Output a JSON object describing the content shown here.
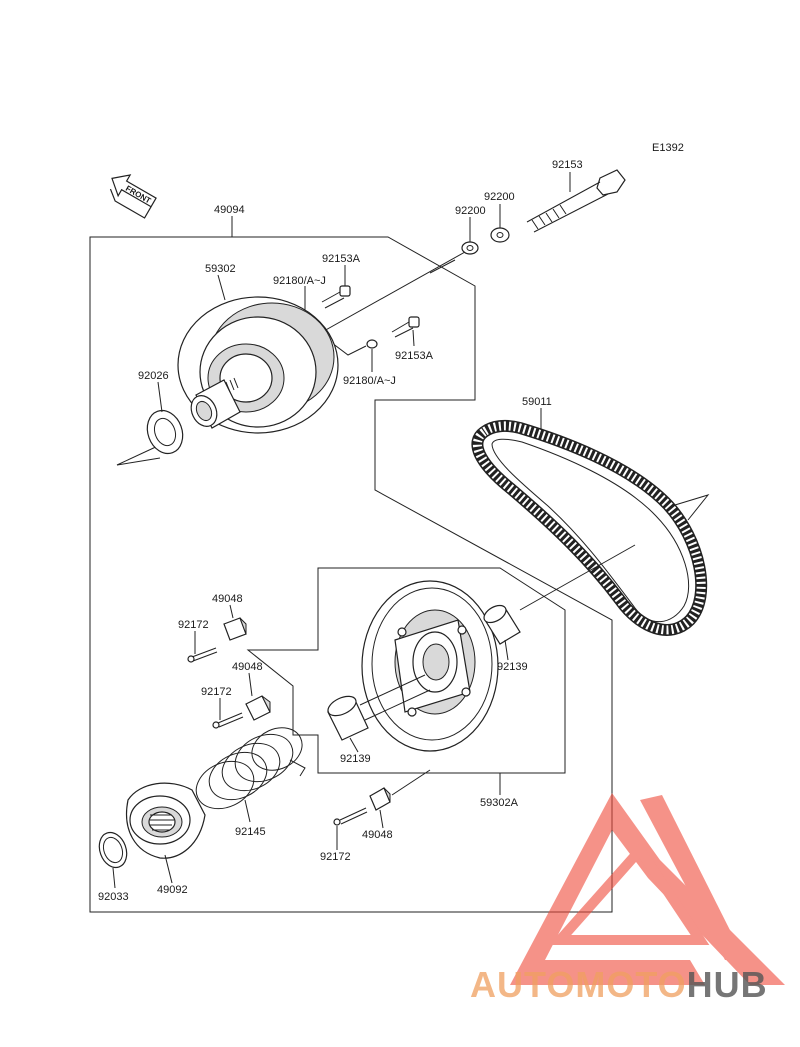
{
  "diagram": {
    "code": "E1392",
    "front_label": "FRONT",
    "part_numbers": {
      "p92153": "92153",
      "p92200_outer": "92200",
      "p92200_inner": "92200",
      "p49094": "49094",
      "p92153A_top": "92153A",
      "p92180_top": "92180/A~J",
      "p59302": "59302",
      "p92153A_mid": "92153A",
      "p92180_mid": "92180/A~J",
      "p92026": "92026",
      "p59011": "59011",
      "p49048_a": "49048",
      "p92172_a": "92172",
      "p49048_b": "49048",
      "p92172_b": "92172",
      "p92139_right": "92139",
      "p92139_left": "92139",
      "p92145": "92145",
      "p59302A": "59302A",
      "p49048_c": "49048",
      "p92172_c": "92172",
      "p92033": "92033",
      "p49092": "49092"
    }
  },
  "watermark": {
    "brand_part1": "AUTOMOTO",
    "brand_part2": "HUB",
    "color_primary": "#f08a5d",
    "color_secondary": "#555555",
    "logo_color": "#f04a3a"
  }
}
